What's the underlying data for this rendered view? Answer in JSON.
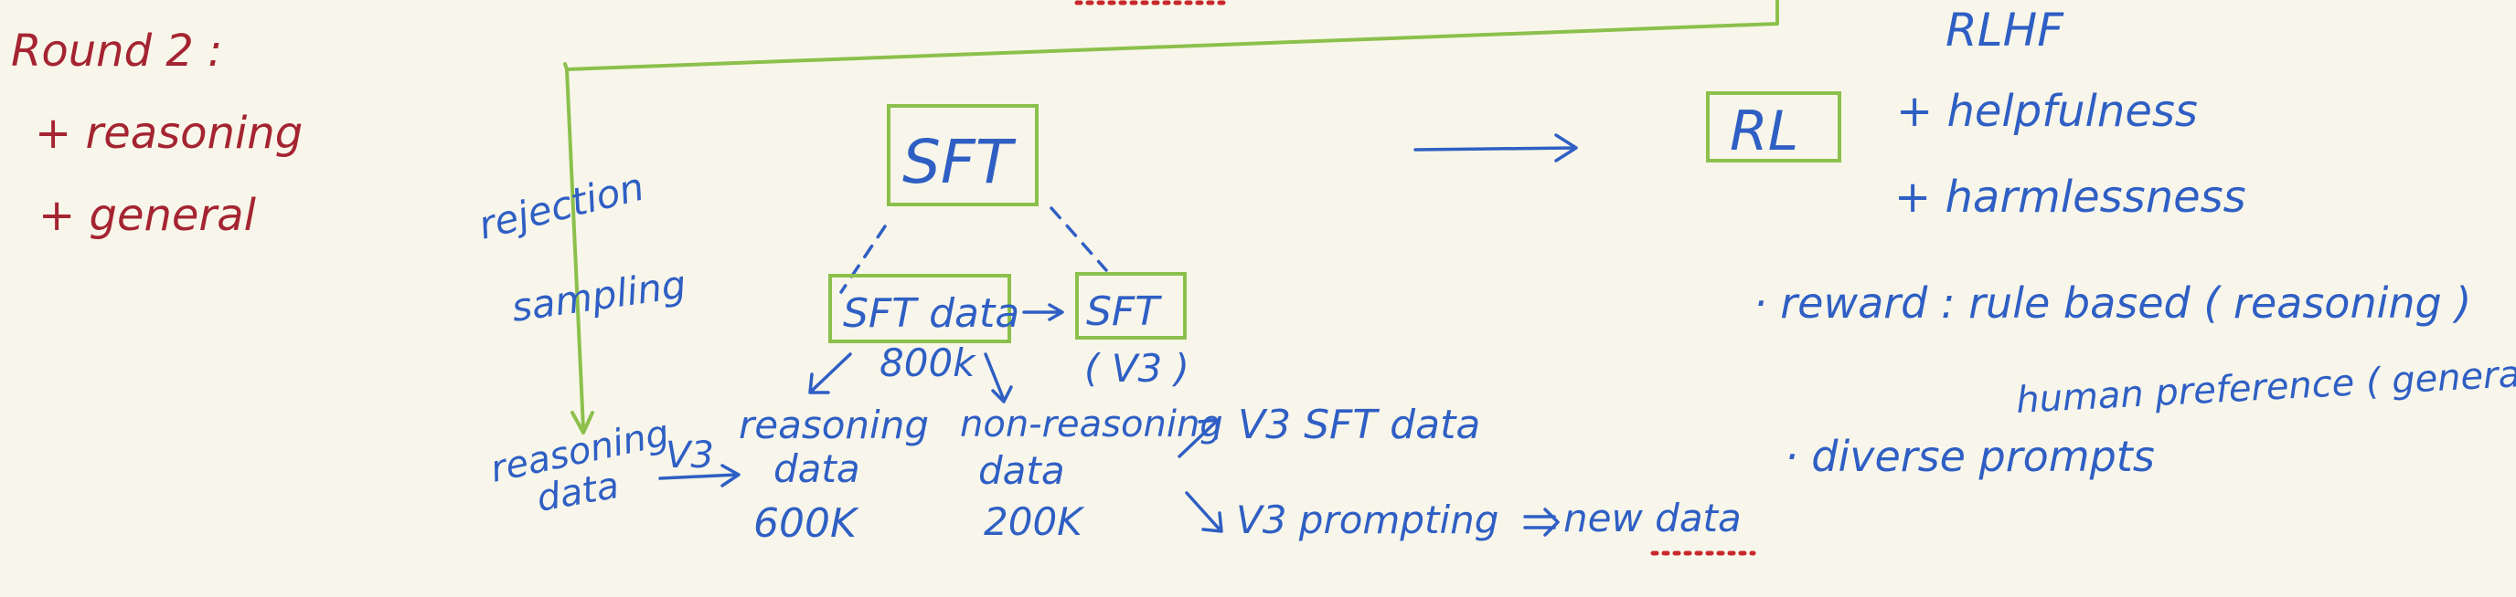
{
  "round_notes": {
    "title": "Round 2 :",
    "items": [
      "+ reasoning",
      "+ general"
    ]
  },
  "pipeline": {
    "rejection_sampling": [
      "rejection",
      "sampling"
    ],
    "sft_box": "SFT",
    "sft_data_box": "SFT data",
    "sft_data_size": "800k",
    "sft_v3_box": "SFT",
    "sft_v3_label": "( V3 )",
    "reasoning_data_left": [
      "reasoning",
      "data"
    ],
    "v3_arrow_label": "V3",
    "reasoning_data": [
      "reasoning",
      "data",
      "600K"
    ],
    "non_reasoning_data": [
      "non-reasoning",
      "data",
      "200K"
    ],
    "v3_sft_data": "V3  SFT data",
    "v3_prompting": "V3  prompting",
    "new_data": "new data"
  },
  "rl_section": {
    "rl_box": "RL",
    "rlhf_title": "RLHF",
    "goals": [
      "+ helpfulness",
      "+ harmlessness"
    ],
    "reward_line": "· reward :  rule based ( reasoning )",
    "human_pref_line": "human preference ( general )",
    "prompts_line": "· diverse  prompts"
  },
  "colors": {
    "ink_blue": "#2f5fc4",
    "ink_red": "#a52431",
    "box_green": "#8cc04c",
    "paper": "#f8f6ea"
  }
}
